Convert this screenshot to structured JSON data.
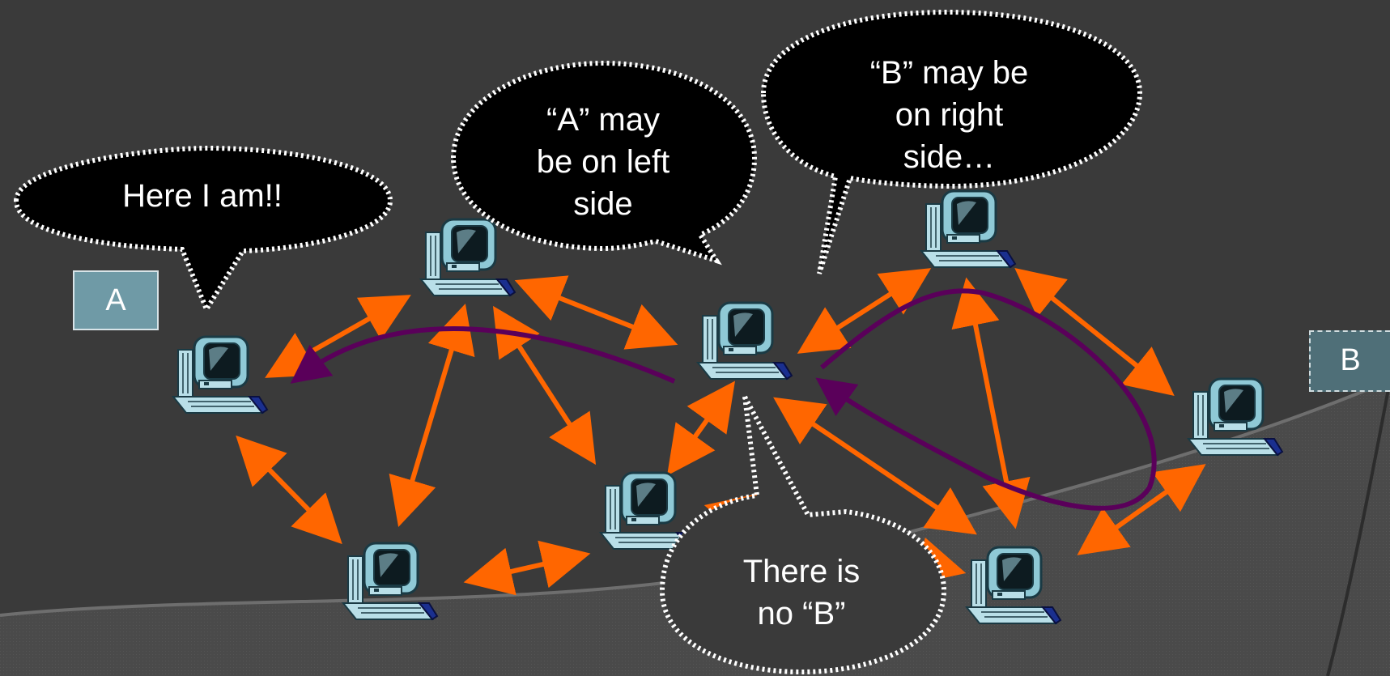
{
  "nodes": {
    "a_label": "A",
    "b_label": "B"
  },
  "bubbles": {
    "here": "Here I am!!",
    "a_left": "“A” may\nbe on left\nside",
    "b_right": "“B” may be\non right\nside…",
    "no_b": "There is\nno “B”"
  },
  "colors": {
    "background": "#3a3a3a",
    "link": "#ff6600",
    "path": "#5a005a",
    "bubble_fill": "#000000",
    "bubble_border": "#ffffff"
  }
}
